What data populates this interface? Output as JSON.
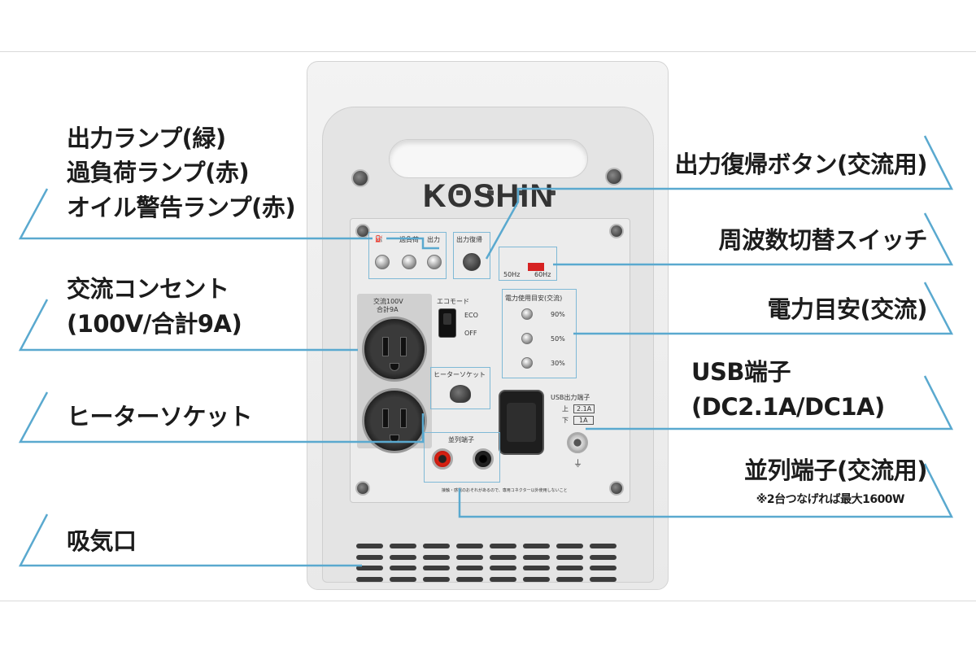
{
  "callouts": {
    "lamps_line1": "出力ランプ(緑)",
    "lamps_line2": "過負荷ランプ(赤)",
    "lamps_line3": "オイル警告ランプ(赤)",
    "ac_outlet_line1": "交流コンセント",
    "ac_outlet_line2": "(100V/合計9A)",
    "heater_socket": "ヒーターソケット",
    "air_intake": "吸気口",
    "reset_button": "出力復帰ボタン(交流用)",
    "freq_switch": "周波数切替スイッチ",
    "power_meter": "電力目安(交流)",
    "usb_line1": "USB端子",
    "usb_line2": "(DC2.1A/DC1A)",
    "parallel": "並列端子(交流用)",
    "parallel_note": "※2台つなげれば最大1600W"
  },
  "device": {
    "brand": "KOSHIN",
    "panel": {
      "overload": "過負荷",
      "output": "出力",
      "reset": "出力復帰",
      "hz50": "50Hz",
      "hz60": "60Hz",
      "outlet_rating_1": "交流100V",
      "outlet_rating_2": "合計9A",
      "eco_mode": "エコモード",
      "eco": "ECO",
      "off": "OFF",
      "power_meter_title": "電力使用目安(交流)",
      "p90": "90%",
      "p50": "50%",
      "p30": "30%",
      "heater_socket": "ヒーターソケット",
      "usb_title": "USB出力端子",
      "usb_upper": "上",
      "usb_upper_val": "2.1A",
      "usb_lower": "下",
      "usb_lower_val": "1A",
      "parallel_title": "並列端子",
      "parallel_caution": "接触・感電のおそれがあるので、専用コネクター以外使用しないこと"
    }
  },
  "colors": {
    "leader": "#5aa9cf",
    "text": "#1c1c1c"
  }
}
